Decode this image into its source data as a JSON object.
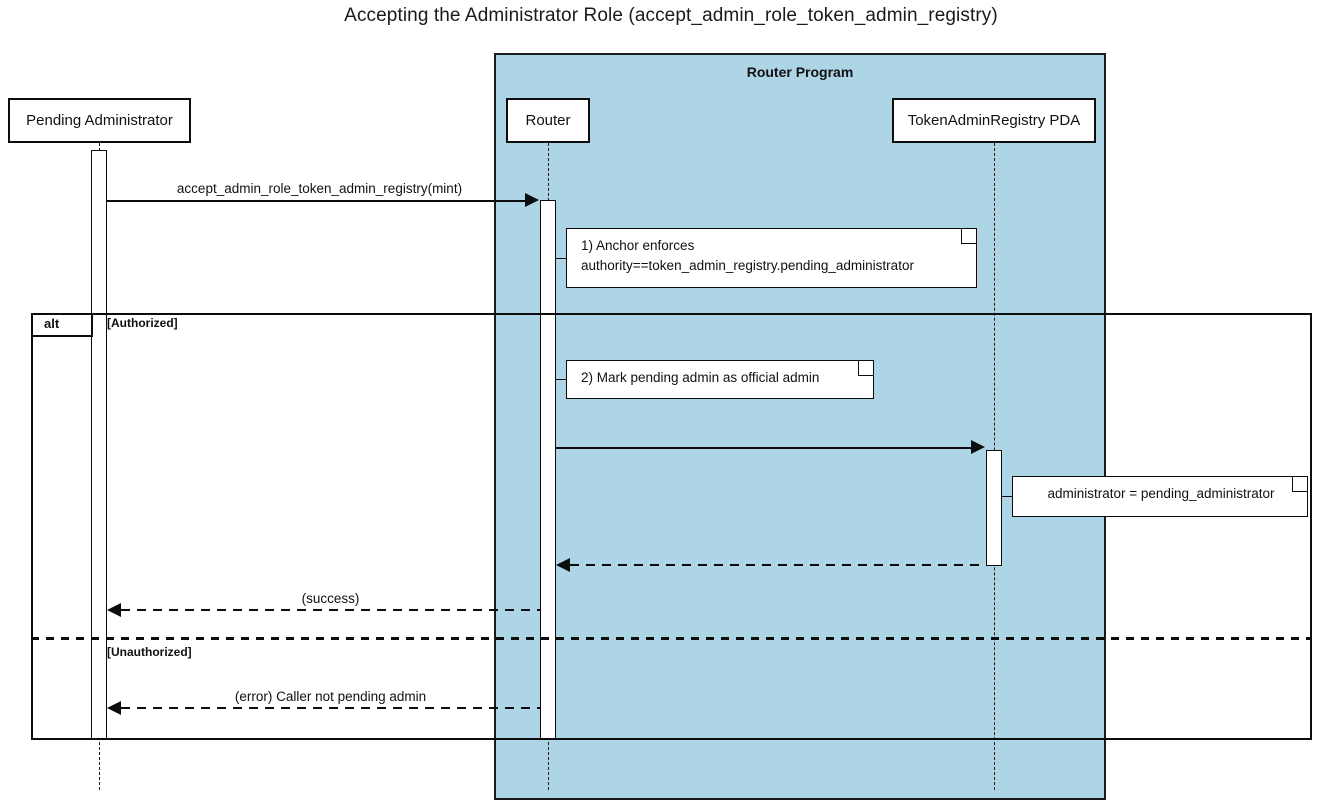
{
  "diagram": {
    "title": "Accepting the Administrator Role (accept_admin_role_token_admin_registry)",
    "type": "sequence-diagram",
    "colors": {
      "group_fill": "#aed5e6",
      "stroke": "#0d0d0d",
      "background": "#ffffff"
    }
  },
  "group": {
    "label": "Router Program"
  },
  "participants": [
    {
      "id": "pending-administrator",
      "label": "Pending Administrator"
    },
    {
      "id": "router",
      "label": "Router"
    },
    {
      "id": "token-admin-registry-pda",
      "label": "TokenAdminRegistry PDA"
    }
  ],
  "messages": [
    {
      "id": "m1",
      "label": "accept_admin_role_token_admin_registry(mint)",
      "from": "pending-administrator",
      "to": "router",
      "style": "solid",
      "direction": "right"
    },
    {
      "id": "m2",
      "label": "",
      "from": "router",
      "to": "token-admin-registry-pda",
      "style": "solid",
      "direction": "right"
    },
    {
      "id": "m3",
      "label": "",
      "from": "token-admin-registry-pda",
      "to": "router",
      "style": "dashed",
      "direction": "left"
    },
    {
      "id": "m4",
      "label": "(success)",
      "from": "router",
      "to": "pending-administrator",
      "style": "dashed",
      "direction": "left"
    },
    {
      "id": "m5",
      "label": "(error) Caller not pending admin",
      "from": "router",
      "to": "pending-administrator",
      "style": "dashed",
      "direction": "left"
    }
  ],
  "notes": [
    {
      "id": "note-1",
      "line1": "1) Anchor enforces",
      "line2": "authority==token_admin_registry.pending_administrator"
    },
    {
      "id": "note-2",
      "line1": "2) Mark pending admin as official admin",
      "line2": ""
    },
    {
      "id": "note-3",
      "line1": "administrator = pending_administrator",
      "line2": ""
    }
  ],
  "fragment": {
    "operator": "alt",
    "guards": [
      "[Authorized]",
      "[Unauthorized]"
    ]
  }
}
